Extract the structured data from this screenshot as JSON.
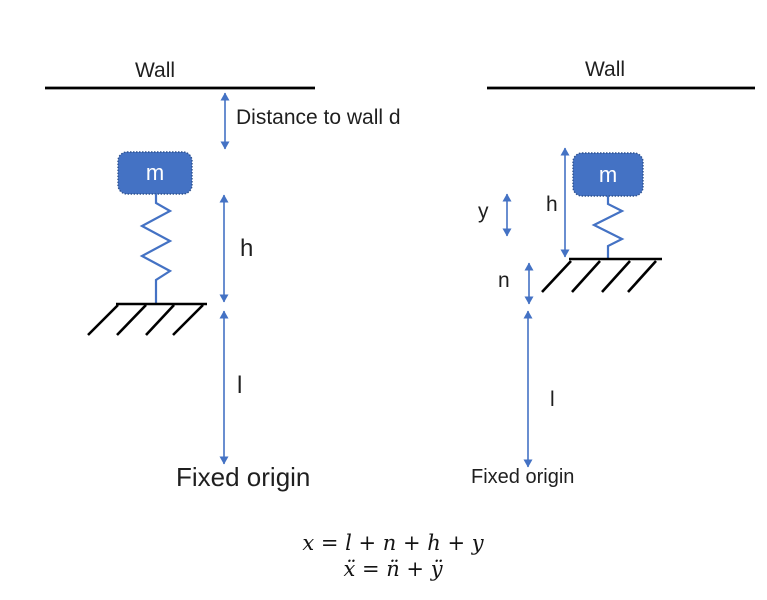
{
  "title": "Spring-mass system coordinate diagram",
  "colors": {
    "accent_blue": "#4472C4",
    "mass_fill": "#4472C4",
    "mass_border": "#2F528F",
    "line_black": "#000000",
    "text": "#1f1f1f"
  },
  "left_diagram": {
    "wall_label": "Wall",
    "distance_label": "Distance to wall d",
    "mass_label": "m",
    "h_label": "h",
    "l_label": "l",
    "origin_label": "Fixed origin"
  },
  "right_diagram": {
    "wall_label": "Wall",
    "mass_label": "m",
    "y_label": "y",
    "h_label": "h",
    "n_label": "n",
    "l_label": "l",
    "origin_label": "Fixed origin"
  },
  "equations": {
    "line1": "x = l + n + h + y",
    "line2": "ẍ = n̈ + ÿ"
  }
}
